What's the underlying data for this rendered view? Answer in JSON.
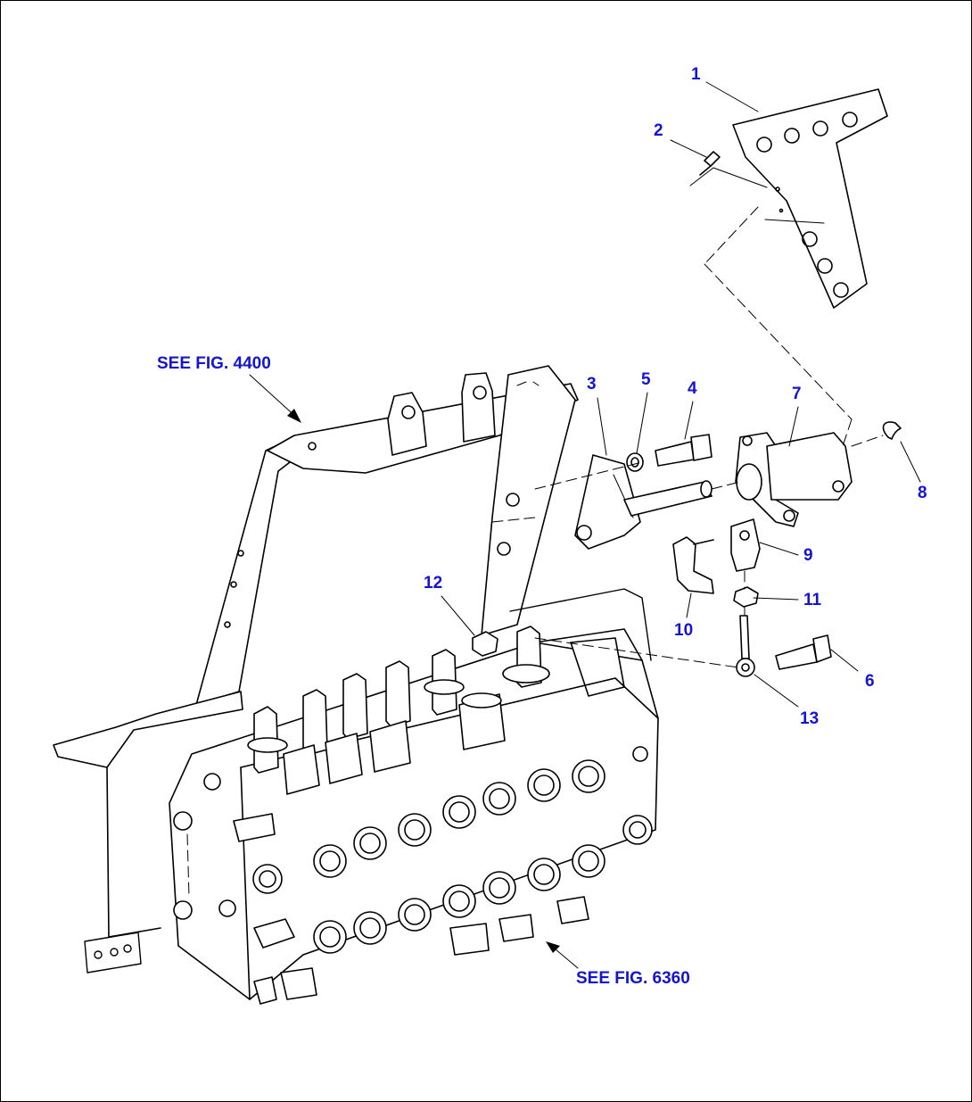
{
  "diagram": {
    "callouts": {
      "p1": "1",
      "p2": "2",
      "p3": "3",
      "p4": "4",
      "p5": "5",
      "p6": "6",
      "p7": "7",
      "p8": "8",
      "p9": "9",
      "p10": "10",
      "p11": "11",
      "p12": "12",
      "p13": "13"
    },
    "references": {
      "fig4400": "SEE FIG. 4400",
      "fig6360": "SEE FIG. 6360"
    },
    "label_color": "#1414d2",
    "line_color": "#000000"
  }
}
